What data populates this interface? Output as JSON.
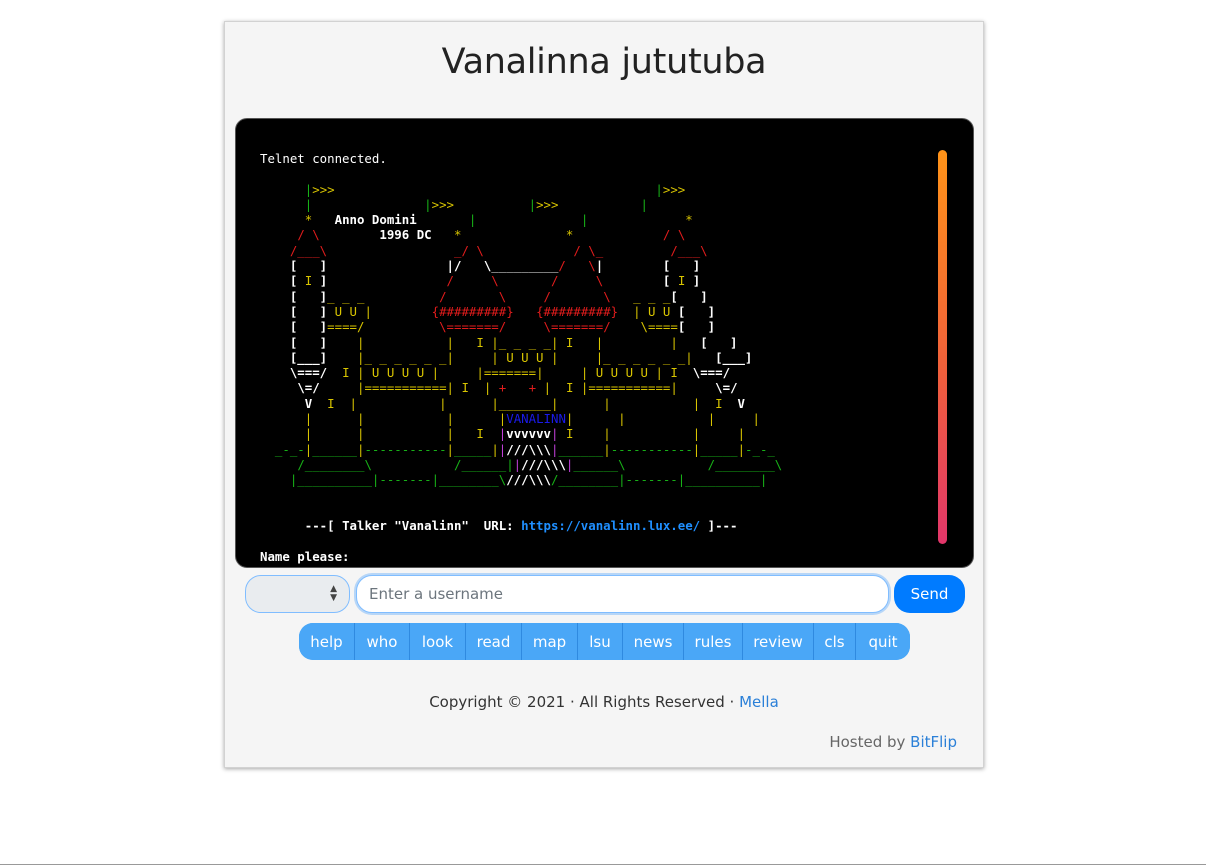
{
  "header": {
    "title": "Vanalinna jututuba"
  },
  "terminal": {
    "status": "Telnet connected.",
    "banner_prefix": "---[ Talker \"Vanalinn\"  URL: ",
    "banner_url": "https://vanalinn.lux.ee/",
    "banner_suffix": " ]---",
    "prompt": "Name please:",
    "castle_text": {
      "anno": "Anno Domini",
      "year": "1996 DC",
      "gate_sign": "VANALINN"
    }
  },
  "input_row": {
    "mode_value": "",
    "username_placeholder": "Enter a username",
    "username_value": "",
    "send_label": "Send"
  },
  "commands": [
    "help",
    "who",
    "look",
    "read",
    "map",
    "lsu",
    "news",
    "rules",
    "review",
    "cls",
    "quit"
  ],
  "footer": {
    "copyright_text": "Copyright © 2021 · All Rights Reserved · ",
    "copyright_link": "Mella",
    "hosted_text": "Hosted by ",
    "hosted_link": "BitFlip"
  },
  "colors": {
    "accent": "#007bff",
    "command_buttons": "#4aa7f7",
    "terminal_bg": "#000000",
    "scrollbar_top": "#ff9318",
    "scrollbar_bottom": "#e2366a"
  }
}
